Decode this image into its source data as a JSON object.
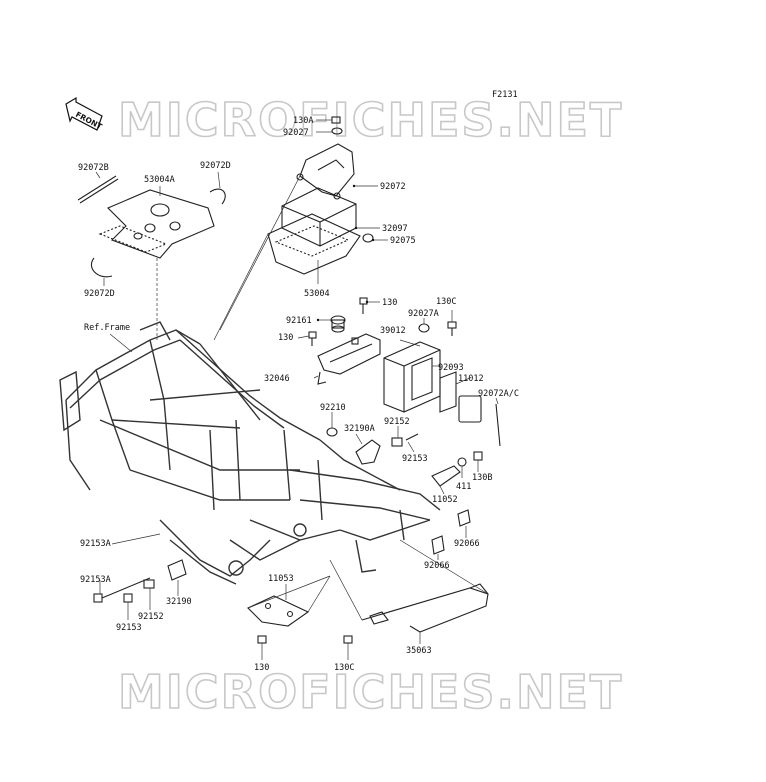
{
  "figure_code": "F2131",
  "front_arrow_text": "FRONT",
  "watermark_text": "MICROFICHES.NET",
  "reference_label": "Ref.Frame",
  "callouts": [
    {
      "id": "c1",
      "text": "130A"
    },
    {
      "id": "c2",
      "text": "92027"
    },
    {
      "id": "c3",
      "text": "92072"
    },
    {
      "id": "c4",
      "text": "32097"
    },
    {
      "id": "c5",
      "text": "92075"
    },
    {
      "id": "c6",
      "text": "53004"
    },
    {
      "id": "c7",
      "text": "92072B"
    },
    {
      "id": "c8",
      "text": "53004A"
    },
    {
      "id": "c9",
      "text": "92072D"
    },
    {
      "id": "c10",
      "text": "92072D"
    },
    {
      "id": "c11",
      "text": "130"
    },
    {
      "id": "c12",
      "text": "130C"
    },
    {
      "id": "c13",
      "text": "92161"
    },
    {
      "id": "c14",
      "text": "92027A"
    },
    {
      "id": "c15",
      "text": "39012"
    },
    {
      "id": "c16",
      "text": "130"
    },
    {
      "id": "c17",
      "text": "92093"
    },
    {
      "id": "c18",
      "text": "11012"
    },
    {
      "id": "c19",
      "text": "32046"
    },
    {
      "id": "c20",
      "text": "92072A/C"
    },
    {
      "id": "c21",
      "text": "92210"
    },
    {
      "id": "c22",
      "text": "32190A"
    },
    {
      "id": "c23",
      "text": "92152"
    },
    {
      "id": "c24",
      "text": "92153"
    },
    {
      "id": "c25",
      "text": "411"
    },
    {
      "id": "c26",
      "text": "130B"
    },
    {
      "id": "c27",
      "text": "11052"
    },
    {
      "id": "c28",
      "text": "92066"
    },
    {
      "id": "c29",
      "text": "92066"
    },
    {
      "id": "c30",
      "text": "92153A"
    },
    {
      "id": "c31",
      "text": "92153A"
    },
    {
      "id": "c32",
      "text": "32190"
    },
    {
      "id": "c33",
      "text": "92152"
    },
    {
      "id": "c34",
      "text": "92153"
    },
    {
      "id": "c35",
      "text": "11053"
    },
    {
      "id": "c36",
      "text": "130"
    },
    {
      "id": "c37",
      "text": "130C"
    },
    {
      "id": "c38",
      "text": "35063"
    }
  ]
}
